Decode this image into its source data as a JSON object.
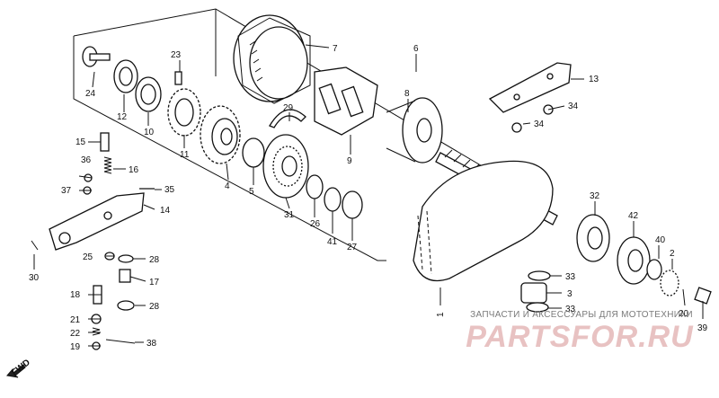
{
  "diagram": {
    "callouts": [
      {
        "id": "c7",
        "label": "7"
      },
      {
        "id": "c6",
        "label": "6"
      },
      {
        "id": "c13",
        "label": "13"
      },
      {
        "id": "c8",
        "label": "8"
      },
      {
        "id": "c23",
        "label": "23"
      },
      {
        "id": "c24",
        "label": "24"
      },
      {
        "id": "c12",
        "label": "12"
      },
      {
        "id": "c10",
        "label": "10"
      },
      {
        "id": "c11",
        "label": "11"
      },
      {
        "id": "c29",
        "label": "29"
      },
      {
        "id": "c9",
        "label": "9"
      },
      {
        "id": "c34a",
        "label": "34"
      },
      {
        "id": "c34b",
        "label": "34"
      },
      {
        "id": "c15",
        "label": "15"
      },
      {
        "id": "c16",
        "label": "16"
      },
      {
        "id": "c36",
        "label": "36"
      },
      {
        "id": "c37",
        "label": "37"
      },
      {
        "id": "c35",
        "label": "35"
      },
      {
        "id": "c14",
        "label": "14"
      },
      {
        "id": "c4",
        "label": "4"
      },
      {
        "id": "c5",
        "label": "5"
      },
      {
        "id": "c31",
        "label": "31"
      },
      {
        "id": "c26",
        "label": "26"
      },
      {
        "id": "c41",
        "label": "41"
      },
      {
        "id": "c27",
        "label": "27"
      },
      {
        "id": "c32",
        "label": "32"
      },
      {
        "id": "c42",
        "label": "42"
      },
      {
        "id": "c40",
        "label": "40"
      },
      {
        "id": "c2",
        "label": "2"
      },
      {
        "id": "c30",
        "label": "30"
      },
      {
        "id": "c25",
        "label": "25"
      },
      {
        "id": "c28a",
        "label": "28"
      },
      {
        "id": "c17",
        "label": "17"
      },
      {
        "id": "c18",
        "label": "18"
      },
      {
        "id": "c28b",
        "label": "28"
      },
      {
        "id": "c21",
        "label": "21"
      },
      {
        "id": "c22",
        "label": "22"
      },
      {
        "id": "c19",
        "label": "19"
      },
      {
        "id": "c38",
        "label": "38"
      },
      {
        "id": "c33a",
        "label": "33"
      },
      {
        "id": "c3",
        "label": "3"
      },
      {
        "id": "c33b",
        "label": "33"
      },
      {
        "id": "c1",
        "label": "1"
      },
      {
        "id": "c20",
        "label": "20"
      },
      {
        "id": "c39",
        "label": "39"
      }
    ],
    "direction_label": "FWD",
    "watermark_subtitle": "ЗАПЧАСТИ И АКСЕССУАРЫ ДЛЯ МОТОТЕХНИКИ",
    "watermark_logo": "PARTSFOR.RU"
  },
  "colors": {
    "ink": "#111111",
    "watermark_text": "#7a7a7a",
    "watermark_logo": "#e8c2c2",
    "background": "#ffffff"
  }
}
